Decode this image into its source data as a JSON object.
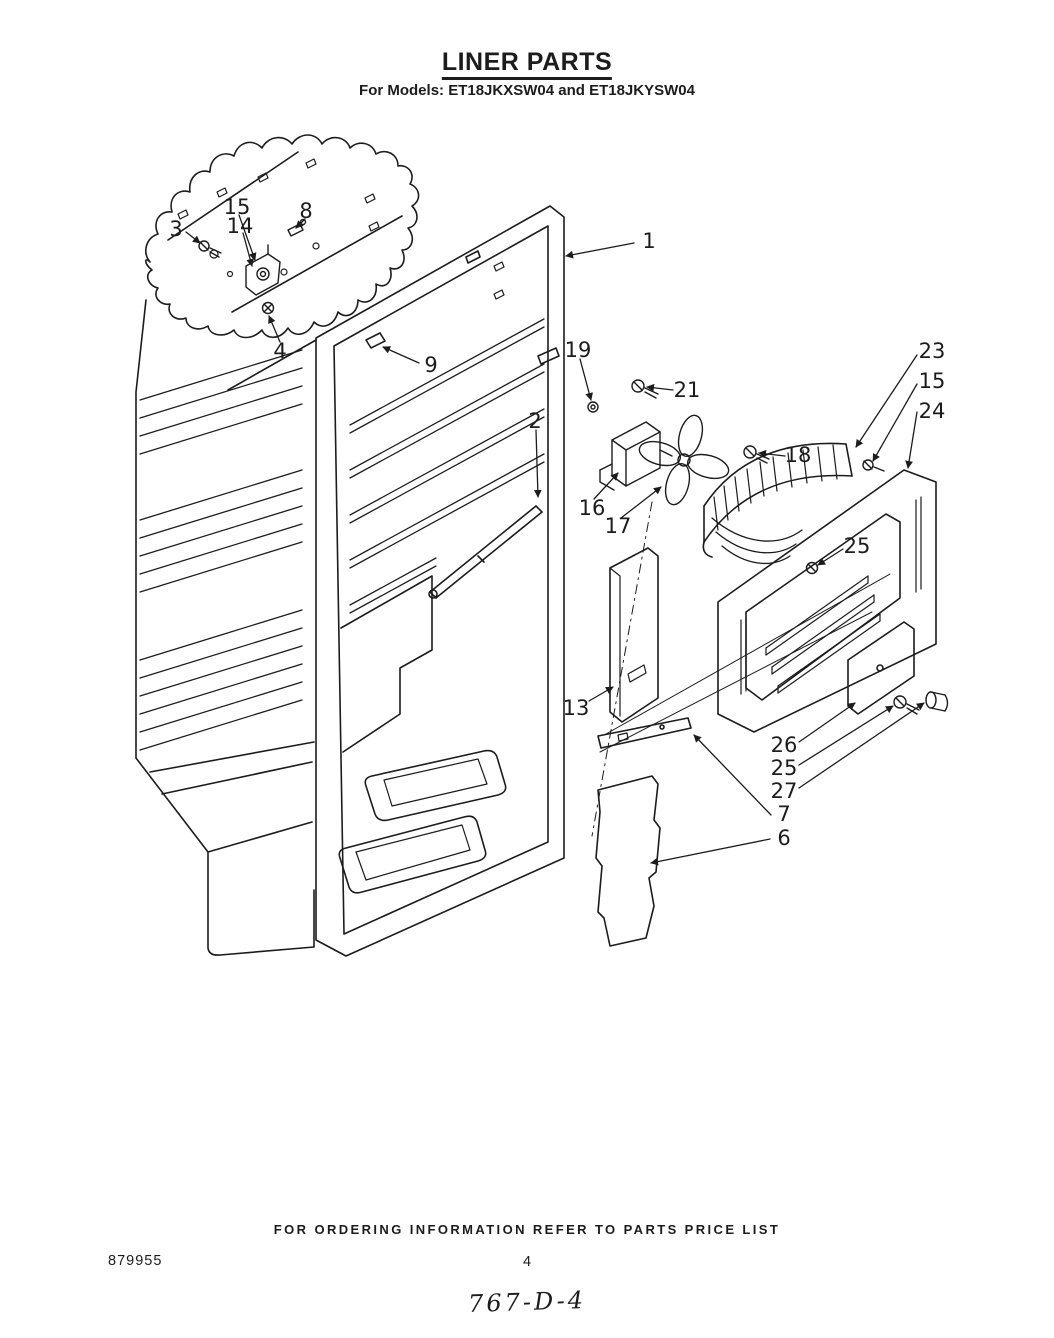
{
  "doc": {
    "title": "LINER PARTS",
    "subtitle": "For Models: ET18JKXSW04 and ET18JKYSW04",
    "footer_note": "FOR ORDERING INFORMATION REFER TO PARTS PRICE LIST",
    "doc_number": "879955",
    "page_number": "4",
    "plate_code": "767-D-4"
  },
  "diagram": {
    "callouts": [
      {
        "label": "15"
      },
      {
        "label": "14"
      },
      {
        "label": "8"
      },
      {
        "label": "3"
      },
      {
        "label": "4"
      },
      {
        "label": "9"
      },
      {
        "label": "1"
      },
      {
        "label": "19"
      },
      {
        "label": "21"
      },
      {
        "label": "2"
      },
      {
        "label": "23"
      },
      {
        "label": "15"
      },
      {
        "label": "24"
      },
      {
        "label": "18"
      },
      {
        "label": "16"
      },
      {
        "label": "17"
      },
      {
        "label": "25"
      },
      {
        "label": "13"
      },
      {
        "label": "26"
      },
      {
        "label": "25"
      },
      {
        "label": "27"
      },
      {
        "label": "7"
      },
      {
        "label": "6"
      }
    ]
  },
  "colors": {
    "ink": "#1c1c1c",
    "paper": "#ffffff"
  }
}
